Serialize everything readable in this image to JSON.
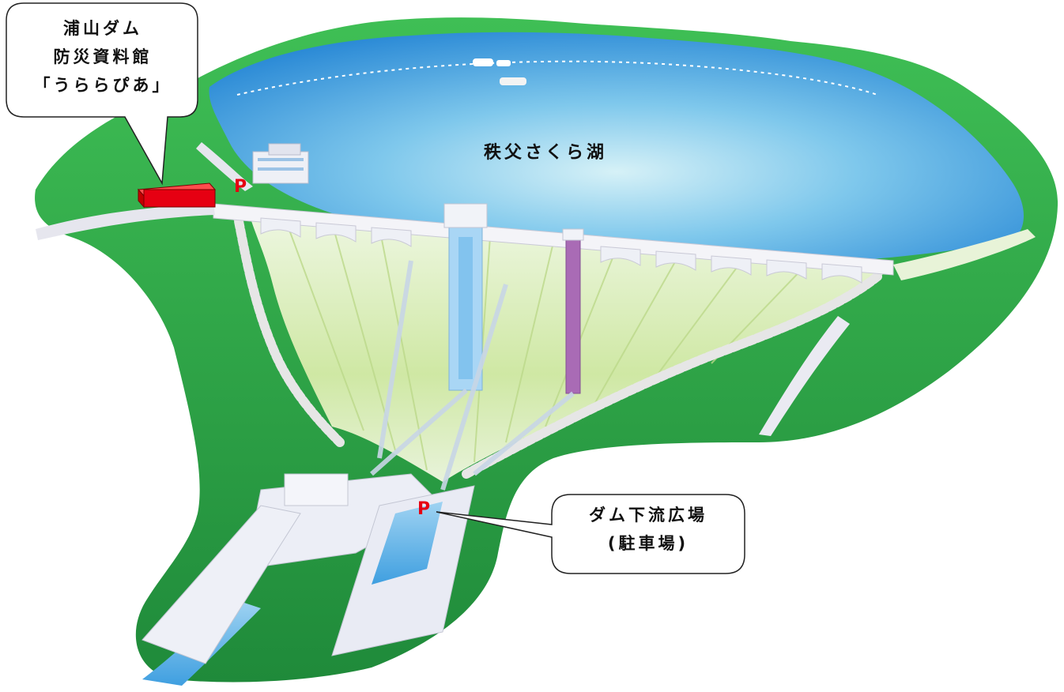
{
  "map": {
    "lake_label": "秩父さくら湖",
    "museum_callout": {
      "lines": [
        "浦山ダム",
        "防災資料館",
        "「うららぴあ」"
      ]
    },
    "plaza_callout": {
      "lines": [
        "ダム下流広場",
        "(駐車場)"
      ]
    },
    "parking_marker_top": "P",
    "parking_marker_bottom": "P",
    "colors": {
      "lake": "#3f9fe0",
      "forest": "#2fa64a",
      "dam_face": "#d9ecb0",
      "museum_building": "#e60012",
      "parking": "#e60012",
      "intake_tower": "#a9d6f5",
      "purple_tower": "#a96bb5"
    }
  }
}
